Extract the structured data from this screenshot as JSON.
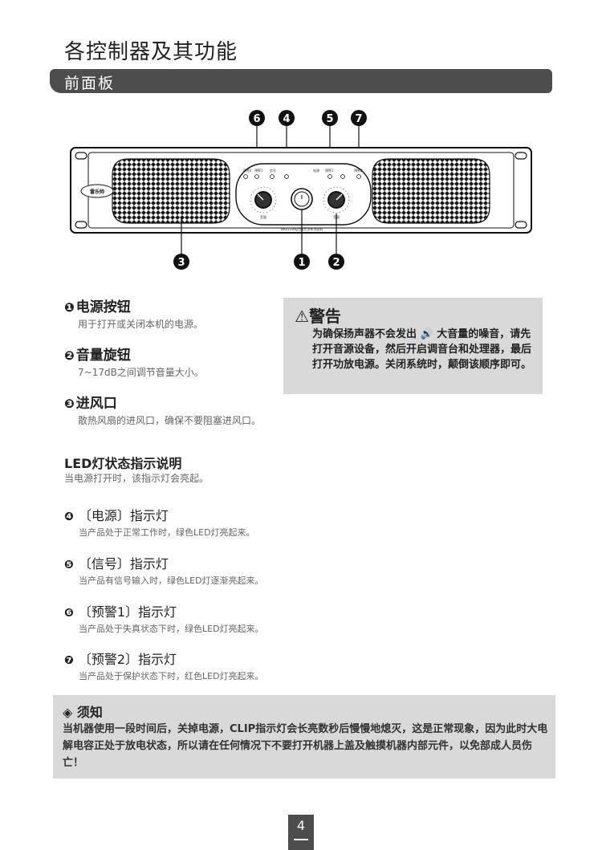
{
  "page_title": "各控制器及其功能",
  "section_title": "前面板",
  "diagram": {
    "brand_label": "雷乐帅",
    "led_labels": [
      "预警2",
      "预警1",
      "信号",
      "电源",
      "预警1",
      "预警2"
    ],
    "knob_left_label": "音量",
    "knob_right_label": "音量",
    "model_text": "MK0100纯后级大功率功放机",
    "callouts": {
      "c1": "1",
      "c2": "2",
      "c3": "3",
      "c4": "4",
      "c5": "5",
      "c6": "6",
      "c7": "7"
    }
  },
  "items": [
    {
      "num": "❶",
      "title": "电源按钮",
      "desc": "用于打开或关闭本机的电源。"
    },
    {
      "num": "❷",
      "title": "音量旋钮",
      "desc": "7~17dB之间调节音量大小。"
    },
    {
      "num": "❸",
      "title": "进风口",
      "desc": "散热风扇的进风口，确保不要阻塞进风口。"
    }
  ],
  "warning": {
    "icon": "⚠",
    "title": "警告",
    "body": "为确保扬声器不会发出 🔊 大音量的噪音，请先打开音源设备，然后开启调音台和处理器，最后打开功放电源。关闭系统时，颠倒该顺序即可。"
  },
  "led_section": {
    "title": "LED灯状态指示说明",
    "desc": "当电源打开时，该指示灯会亮起。",
    "items": [
      {
        "num": "❹",
        "title": "〔电源〕指示灯",
        "desc": "当产品处于正常工作时，绿色LED灯亮起来。"
      },
      {
        "num": "❺",
        "title": "〔信号〕指示灯",
        "desc": "当产品有信号输入时，绿色LED灯逐渐亮起来。"
      },
      {
        "num": "❻",
        "title": "〔预警1〕指示灯",
        "desc": "当产品处于失真状态下时，绿色LED灯亮起来。"
      },
      {
        "num": "❼",
        "title": "〔预警2〕指示灯",
        "desc": "当产品处于保护状态下时，红色LED灯亮起来。"
      }
    ]
  },
  "notice": {
    "icon": "◈",
    "title": "须知",
    "body": "当机器使用一段时间后，关掉电源，CLIP指示灯会长亮数秒后慢慢地熄灭，这是正常现象，因为此时大电解电容正处于放电状态，所以请在任何情况下不要打开机器上盖及触摸机器内部元件，以免部成人员伤亡！"
  },
  "page_number": "4"
}
